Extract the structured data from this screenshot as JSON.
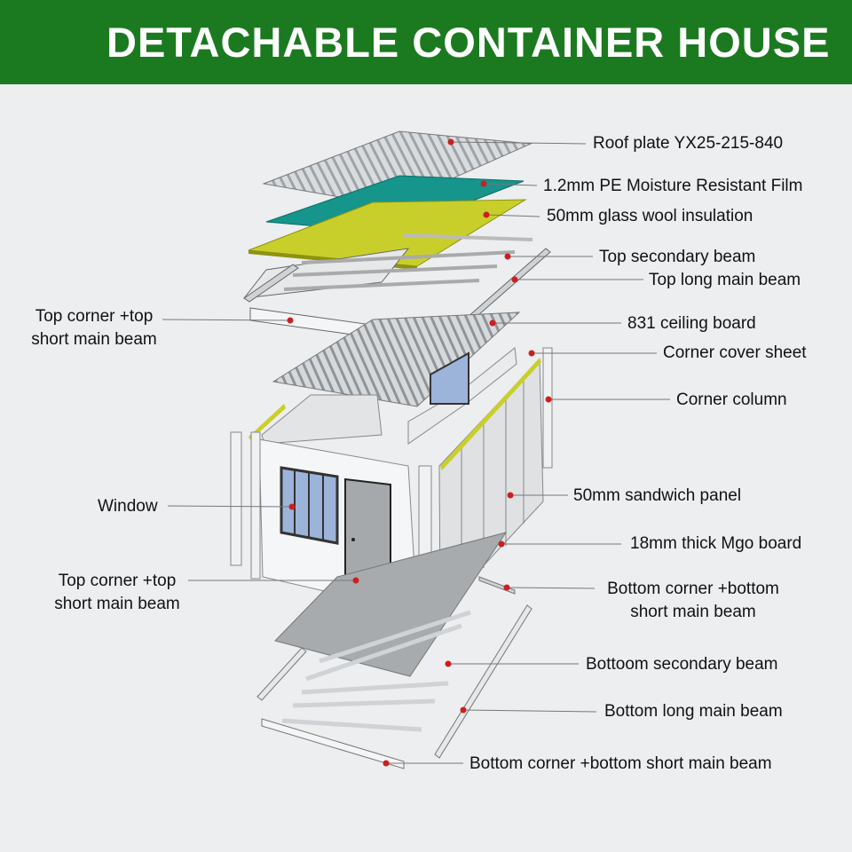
{
  "title": "DETACHABLE CONTAINER HOUSE",
  "colors": {
    "banner": "#1b7a1f",
    "background": "#eceef0",
    "film": "#15958c",
    "insulation": "#c9cf2a",
    "leader_dot": "#cc1f1f",
    "metal": "#cfd3d6"
  },
  "labels": {
    "roof_plate": "Roof plate  YX25-215-840",
    "pe_film": "1.2mm PE Moisture Resistant Film",
    "glass_wool": "50mm glass wool insulation",
    "top_secondary_beam": "Top secondary beam",
    "top_long_main_beam": "Top long main beam",
    "top_corner_left": "Top corner +top short main beam",
    "ceiling_board": "831 ceiling board",
    "corner_cover_sheet": "Corner cover sheet",
    "corner_column": "Corner column",
    "window": "Window",
    "sandwich_panel": "50mm sandwich panel",
    "mgo_board": "18mm thick Mgo board",
    "top_corner_lower": "Top corner +top short main beam",
    "bottom_corner_right": "Bottom corner +bottom short main beam",
    "bottom_secondary_beam": "Bottoom secondary beam",
    "bottom_long_main_beam": "Bottom long main beam",
    "bottom_corner_bottom": "Bottom corner +bottom short main beam"
  }
}
